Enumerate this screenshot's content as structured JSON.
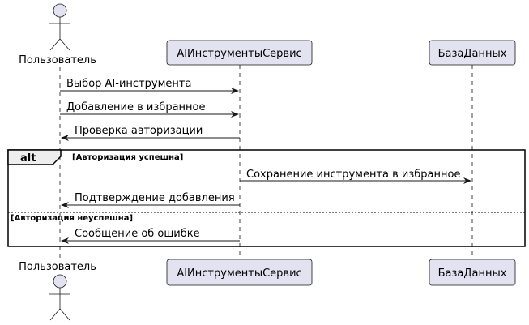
{
  "diagram": {
    "type": "sequence",
    "participants": [
      {
        "id": "user",
        "label": "Пользователь",
        "kind": "actor"
      },
      {
        "id": "service",
        "label": "AIИнструментыСервис",
        "kind": "participant"
      },
      {
        "id": "db",
        "label": "БазаДанных",
        "kind": "participant"
      }
    ],
    "messages": [
      {
        "from": "user",
        "to": "service",
        "text": "Выбор AI-инструмента"
      },
      {
        "from": "user",
        "to": "service",
        "text": "Добавление в избранное"
      },
      {
        "from": "service",
        "to": "user",
        "text": "Проверка авторизации"
      },
      {
        "from": "service",
        "to": "db",
        "text": "Сохранение инструмента в избранное"
      },
      {
        "from": "service",
        "to": "user",
        "text": "Подтверждение добавления"
      },
      {
        "from": "service",
        "to": "user",
        "text": "Сообщение об ошибке"
      }
    ],
    "fragment": {
      "operator": "alt",
      "guard1": "[Авторизация успешна]",
      "guard2": "[Авторизация неуспешна]"
    }
  },
  "colors": {
    "participant_fill": "#E2E2F0",
    "participant_stroke": "#181818",
    "lifeline": "#181818"
  }
}
